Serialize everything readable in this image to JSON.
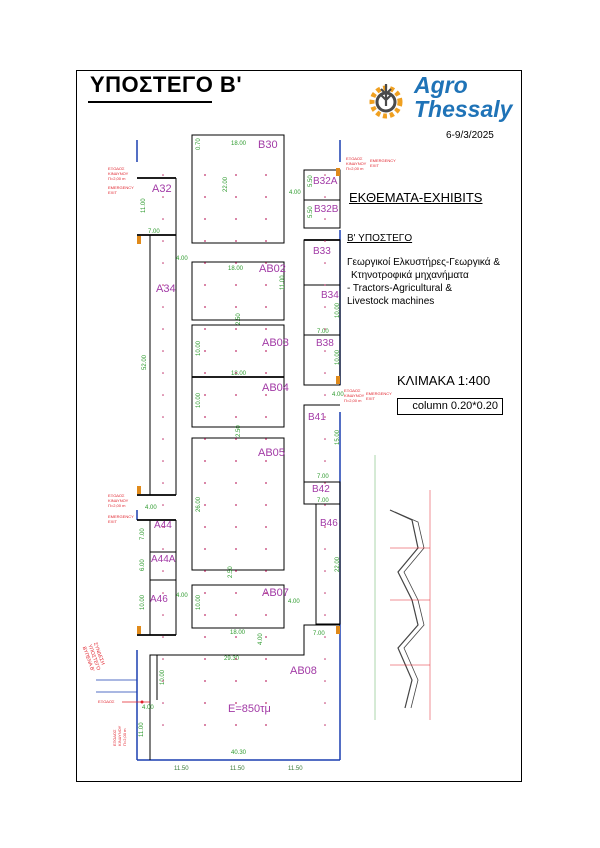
{
  "header": {
    "title": "ΥΠΟΣΤΕΓΟ Β'",
    "brand_line1": "Agro",
    "brand_line2": "Thessaly",
    "date": "6-9/3/2025"
  },
  "legend": {
    "heading": "ΕΚΘΕΜΑΤΑ-EXHIBITS",
    "section": "Β' ΥΠΟΣΤΕΓΟ",
    "description_lines": [
      "Γεωργικοί Ελκυστήρες-Γεωργικά &",
      "Κτηνοτροφικά μηχανήματα",
      "- Tractors-Agricultural &",
      "Livestock machines"
    ],
    "scale": "ΚΛΙΜΑΚΑ  1:400",
    "column_note": "column 0.20*0.20"
  },
  "booths": {
    "B30": "B30",
    "A32": "A32",
    "B32A": "B32A",
    "B32B": "B32B",
    "A34": "A34",
    "AB02": "AB02",
    "B33": "B33",
    "B34": "B34",
    "AB03": "AB03",
    "B38": "B38",
    "AB04": "AB04",
    "B41": "B41",
    "AB05": "AB05",
    "B42": "B42",
    "A44": "A44",
    "B46": "B46",
    "A44A": "A44A",
    "A46": "A46",
    "AB07": "AB07",
    "AB08": "AB08"
  },
  "area_label": "E=850τμ",
  "dimensions": {
    "d_18_00": "18.00",
    "d_22_00": "22.00",
    "d_11_00": "11.00",
    "d_7_00": "7.00",
    "d_4_00": "4.00",
    "d_52_00": "52.00",
    "d_2_50": "2.50",
    "d_10_00": "10.00",
    "d_26_00": "26.00",
    "d_6_00": "6.00",
    "d_29_30": "29.30",
    "d_40_30": "40.30",
    "d_11_50": "11.50",
    "d_5_50": "5.50",
    "d_0_70": "0.70",
    "d_15_00": "15.00"
  },
  "notes": {
    "exit_gr1": "ΕΞΟΔΟΣ",
    "exit_gr2": "ΚΙΝΔΥΝΟΥ",
    "exit_en1": "EMERGENCY",
    "exit_en2": "EXIT",
    "exit_w_2_00": "Π=2,00 m",
    "link_note1": "ΣΥΝΔΕΣΗ",
    "link_note2": "ΥΠΟΣΤΕΓΟ",
    "link_note3": "ΒΥΠΕΝΑ Β'"
  },
  "colors": {
    "booth_label": "#a23aa6",
    "dimension": "#2d9a2d",
    "exit": "#e0202a",
    "wall": "#1a3fb0",
    "brand": "#1f73b7",
    "column": "#e08a1a"
  }
}
